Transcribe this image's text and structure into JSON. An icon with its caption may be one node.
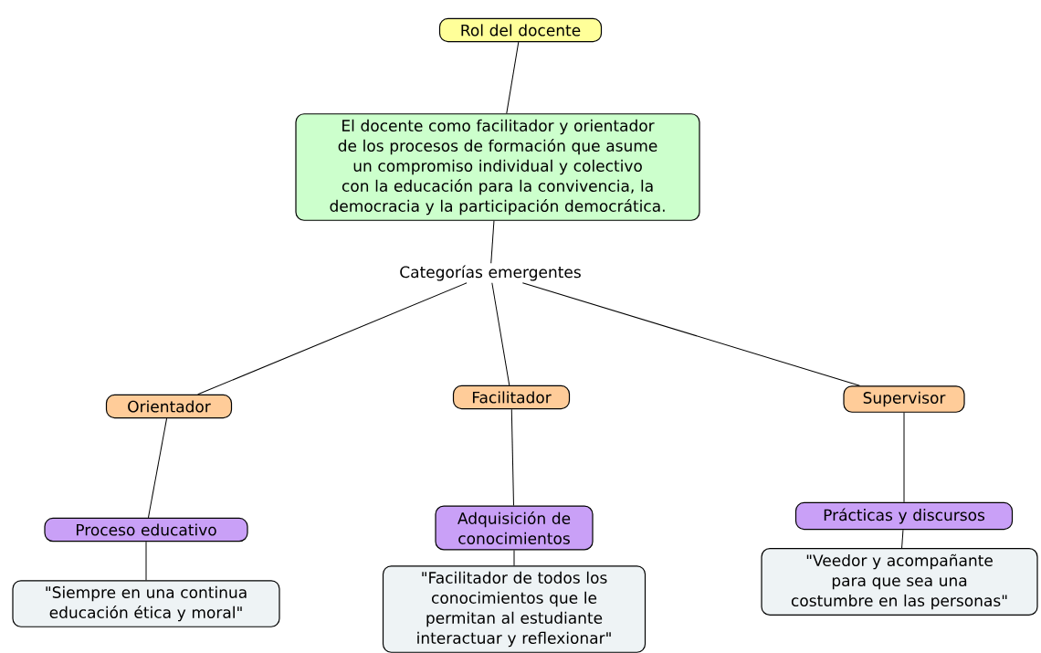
{
  "diagram": {
    "nodes": [
      {
        "text": [
          "Rol del docente"
        ]
      },
      {
        "text": [
          "El docente como facilitador y orientador de los procesos de formación que asume un compromiso individual y colectivo con la educación para la convivencia, la democracia y la participación democrática."
        ]
      },
      {
        "text": [
          "Categorías emergentes"
        ]
      },
      {
        "text": [
          "Orientador"
        ]
      },
      {
        "text": [
          "Facilitador"
        ]
      },
      {
        "text": [
          "Supervisor"
        ]
      },
      {
        "text": [
          "Proceso educativo"
        ]
      },
      {
        "text": [
          "Adquisición de conocimientos"
        ]
      },
      {
        "text": [
          "Prácticas y discursos"
        ]
      },
      {
        "text": [
          "\"Siempre en una continua educación ética y moral\""
        ]
      },
      {
        "text": [
          "\"Facilitador de todos los conocimientos que le permitan al estudiante interactuar y reflexionar\""
        ]
      },
      {
        "text": [
          "\"Veedor y acompañante para que sea una costumbre en las personas\""
        ]
      }
    ],
    "edges": [
      {
        "from": 0,
        "to": 1,
        "arrow": "none"
      },
      {
        "from": 1,
        "to": 2,
        "arrow": "none"
      },
      {
        "from": 2,
        "to": 3,
        "arrow": "none"
      },
      {
        "from": 2,
        "to": 4,
        "arrow": "none"
      },
      {
        "from": 2,
        "to": 5,
        "arrow": "none"
      },
      {
        "from": 3,
        "to": 6,
        "arrow": "none"
      },
      {
        "from": 4,
        "to": 7,
        "arrow": "none"
      },
      {
        "from": 5,
        "to": 8,
        "arrow": "none"
      },
      {
        "from": 6,
        "to": 9,
        "arrow": "none"
      },
      {
        "from": 7,
        "to": 10,
        "arrow": "none"
      },
      {
        "from": 8,
        "to": 11,
        "arrow": "none"
      }
    ]
  }
}
